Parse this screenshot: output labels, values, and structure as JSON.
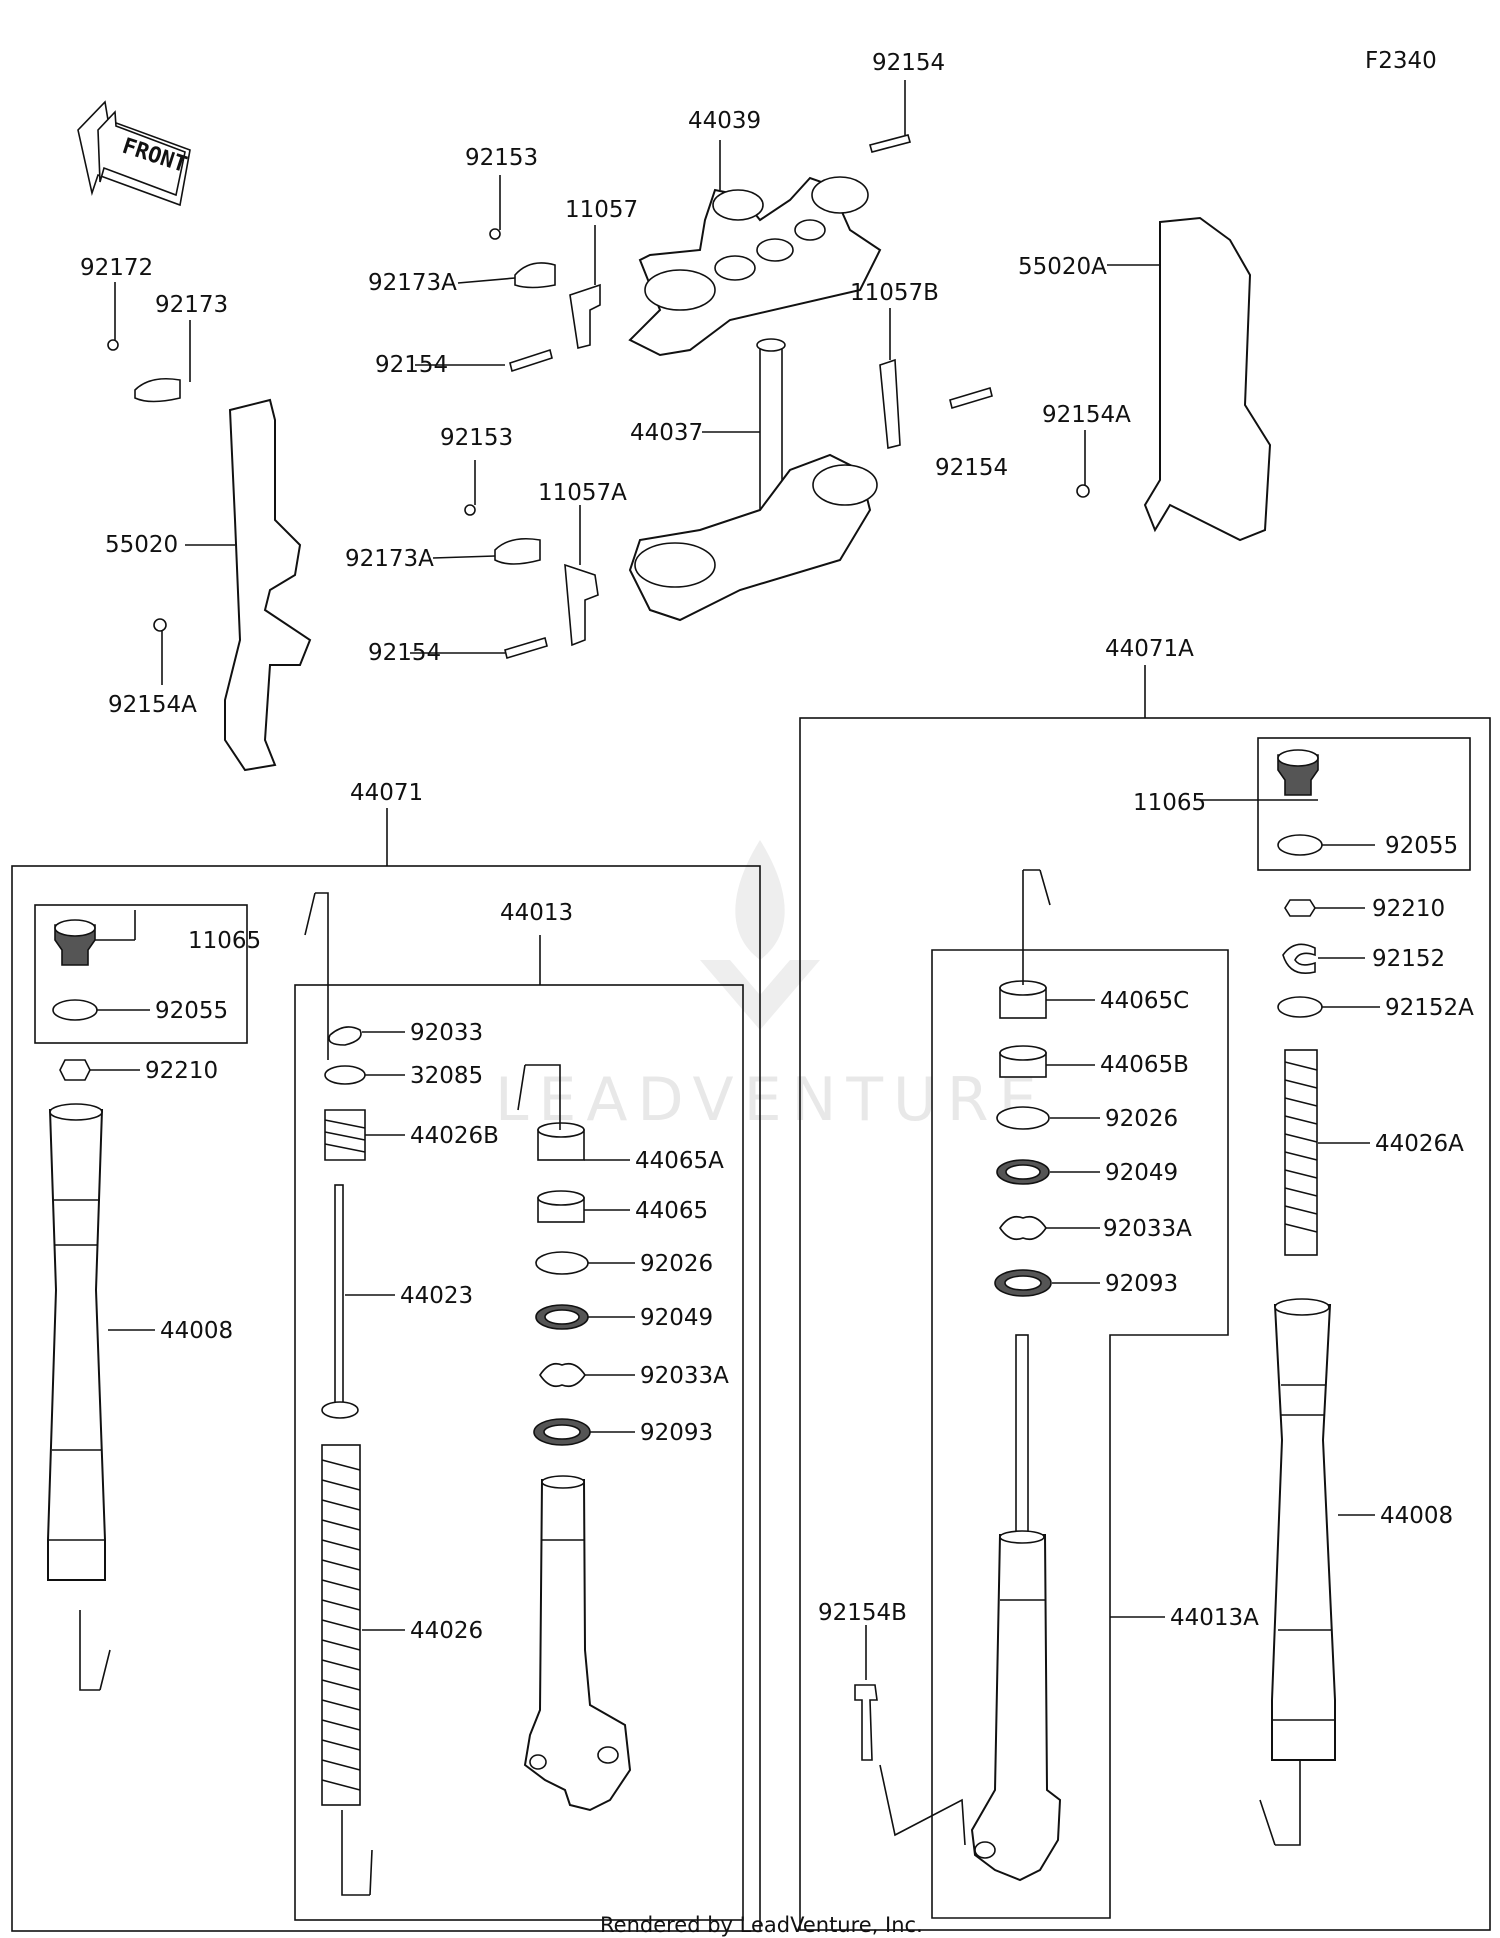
{
  "figure_code": "F2340",
  "front_arrow": "FRONT",
  "watermark": "LEADVENTURE",
  "footer": "Rendered by LeadVenture, Inc.",
  "labels": {
    "p92154_top": "92154",
    "p44039": "44039",
    "p92153_a": "92153",
    "p11057": "11057",
    "p92173A_a": "92173A",
    "p92154_b": "92154",
    "p11057B": "11057B",
    "p55020A": "55020A",
    "p92172": "92172",
    "p92173": "92173",
    "p44037": "44037",
    "p92153_b": "92153",
    "p92154A_r": "92154A",
    "p92154_c": "92154",
    "p11057A": "11057A",
    "p55020": "55020",
    "p92173A_b": "92173A",
    "p92154_d": "92154",
    "p92154A_l": "92154A",
    "p44071A": "44071A",
    "p44071": "44071",
    "p11065_r": "11065",
    "p92055_r": "92055",
    "p92210_r": "92210",
    "p92152": "92152",
    "p92152A": "92152A",
    "p44065C": "44065C",
    "p44065B": "44065B",
    "p92026_r": "92026",
    "p92049_r": "92049",
    "p92033A_r": "92033A",
    "p92093_r": "92093",
    "p44026A": "44026A",
    "p44008_r": "44008",
    "p44013A": "44013A",
    "p92154B": "92154B",
    "p44013": "44013",
    "p11065_l": "11065",
    "p92055_l": "92055",
    "p92210_l": "92210",
    "p92033": "92033",
    "p32085": "32085",
    "p44026B": "44026B",
    "p44065A": "44065A",
    "p44065": "44065",
    "p92026_l": "92026",
    "p92049_l": "92049",
    "p92033A_l": "92033A",
    "p92093_l": "92093",
    "p44023": "44023",
    "p44008_l": "44008",
    "p44026": "44026"
  }
}
